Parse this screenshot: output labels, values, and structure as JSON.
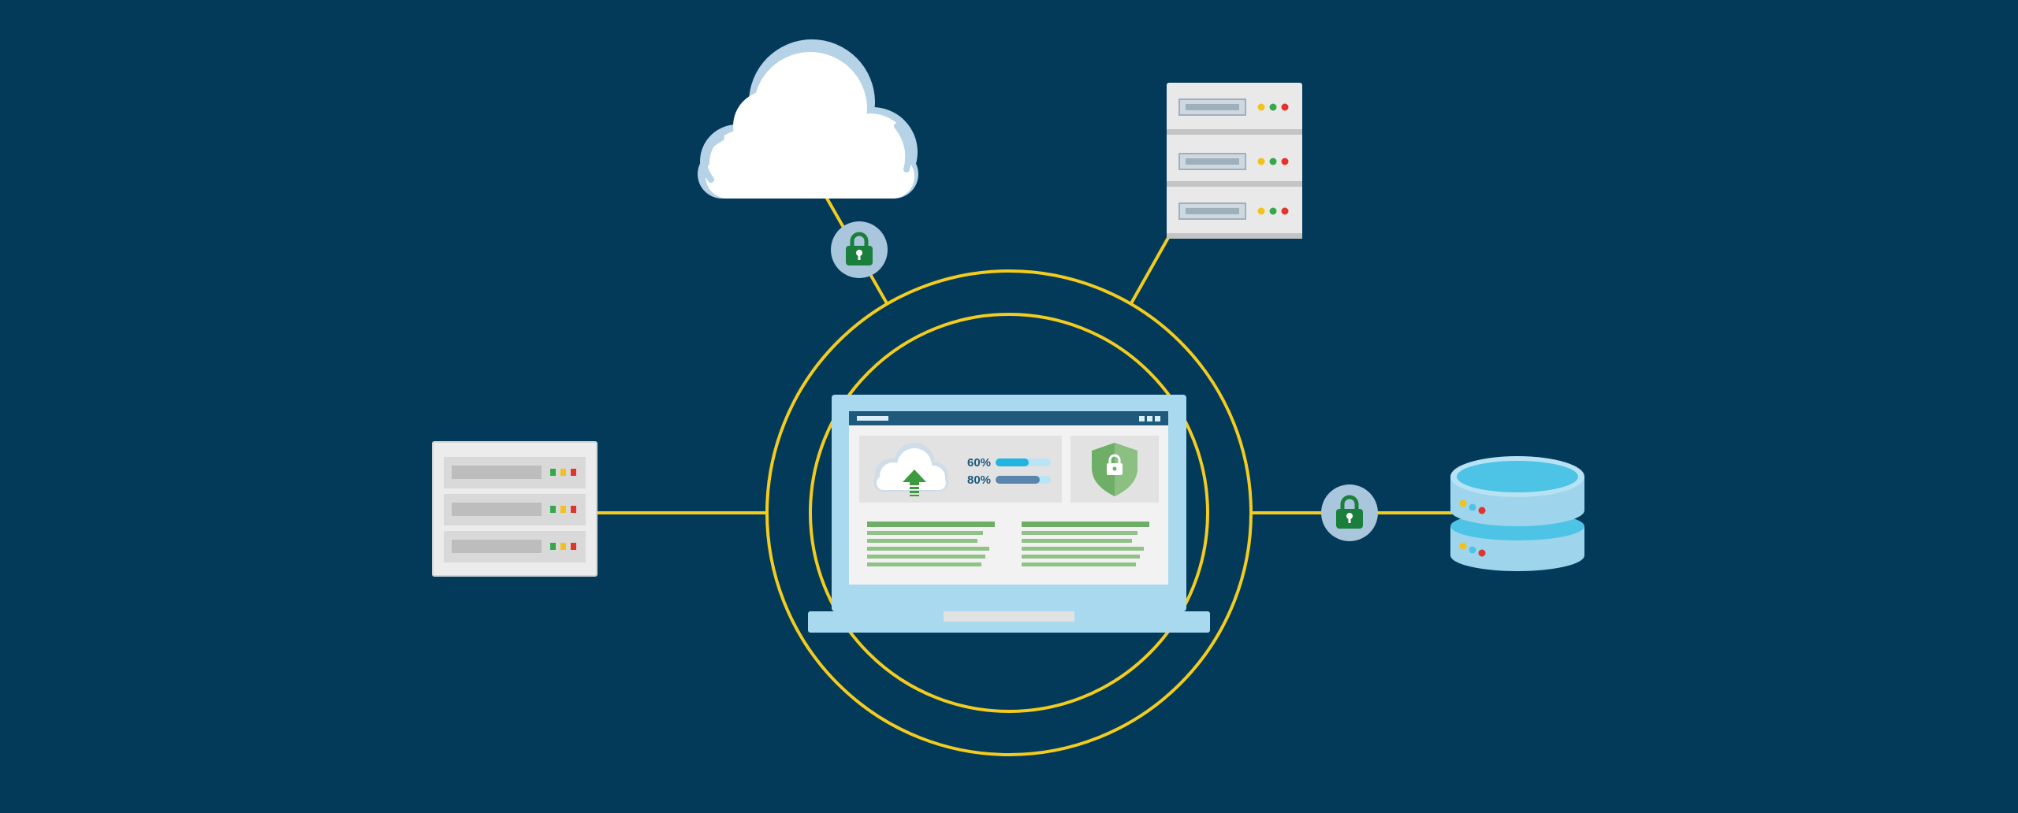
{
  "colors": {
    "background": "#033a5a",
    "connector": "#f3cc1f",
    "lock_circle": "#a9c6dd",
    "lock_body": "#1a7f3c",
    "laptop_body": "#a8d9ef",
    "screen_header": "#1f5a7d",
    "progress_primary": "#1fb5e0",
    "progress_secondary": "#5a86ad",
    "shield": "#6fae66",
    "text_lines": "#6fae66",
    "upload_arrow": "#3e9a3f",
    "led_green": "#35a84a",
    "led_yellow": "#f2c21b",
    "led_red": "#e1342a",
    "database": "#9ed5ec",
    "database_top": "#4dc3e6"
  },
  "icons": {
    "cloud": "cloud-icon",
    "lock": "padlock-icon",
    "server": "server-rack-icon",
    "database": "database-icon",
    "laptop": "laptop-icon",
    "shield": "shield-lock-icon",
    "upload": "cloud-upload-icon"
  },
  "dashboard": {
    "upload_progress_label": "60%",
    "upload_progress_value": 0.6,
    "secondary_progress_label": "80%",
    "secondary_progress_value": 0.8
  }
}
